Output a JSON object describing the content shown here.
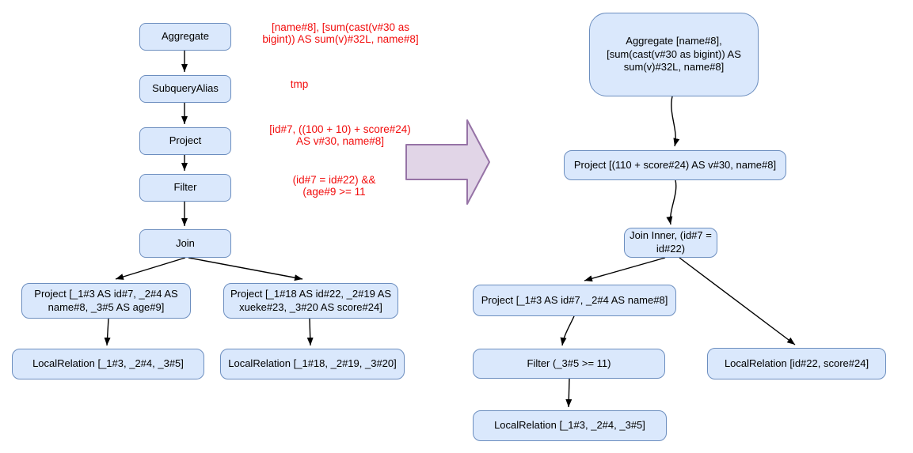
{
  "colors": {
    "node_fill": "#dae8fc",
    "node_border": "#6c8ebf",
    "big_arrow_fill": "#e1d5e7",
    "big_arrow_border": "#9673a6",
    "annotation_text": "#f20d0d",
    "edge": "#000000"
  },
  "left_tree": {
    "nodes": [
      {
        "label": "Aggregate"
      },
      {
        "label": "SubqueryAlias"
      },
      {
        "label": "Project"
      },
      {
        "label": "Filter"
      },
      {
        "label": "Join"
      },
      {
        "label": "Project [_1#3 AS id#7, _2#4 AS\nname#8, _3#5 AS age#9]"
      },
      {
        "label": "Project [_1#18 AS id#22, _2#19 AS\nxueke#23, _3#20 AS score#24]"
      },
      {
        "label": "LocalRelation [_1#3, _2#4, _3#5]"
      },
      {
        "label": "LocalRelation [_1#18, _2#19, _3#20]"
      }
    ],
    "annotations": [
      {
        "label": "[name#8], [sum(cast(v#30 as\nbigint)) AS sum(v)#32L, name#8]"
      },
      {
        "label": "tmp"
      },
      {
        "label": "[id#7, ((100 + 10) + score#24)\nAS v#30, name#8]"
      },
      {
        "label": "(id#7 = id#22) &&\n(age#9 >= 11"
      }
    ]
  },
  "right_tree": {
    "nodes": [
      {
        "label": "Aggregate [name#8],\n[sum(cast(v#30 as bigint)) AS\nsum(v)#32L, name#8]"
      },
      {
        "label": "Project [(110 + score#24) AS v#30, name#8]"
      },
      {
        "label": "Join Inner, (id#7 =\nid#22)"
      },
      {
        "label": "Project [_1#3 AS id#7, _2#4 AS name#8]"
      },
      {
        "label": "Filter (_3#5 >= 11)"
      },
      {
        "label": "LocalRelation [_1#3, _2#4, _3#5]"
      },
      {
        "label": "LocalRelation [id#22, score#24]"
      }
    ]
  }
}
